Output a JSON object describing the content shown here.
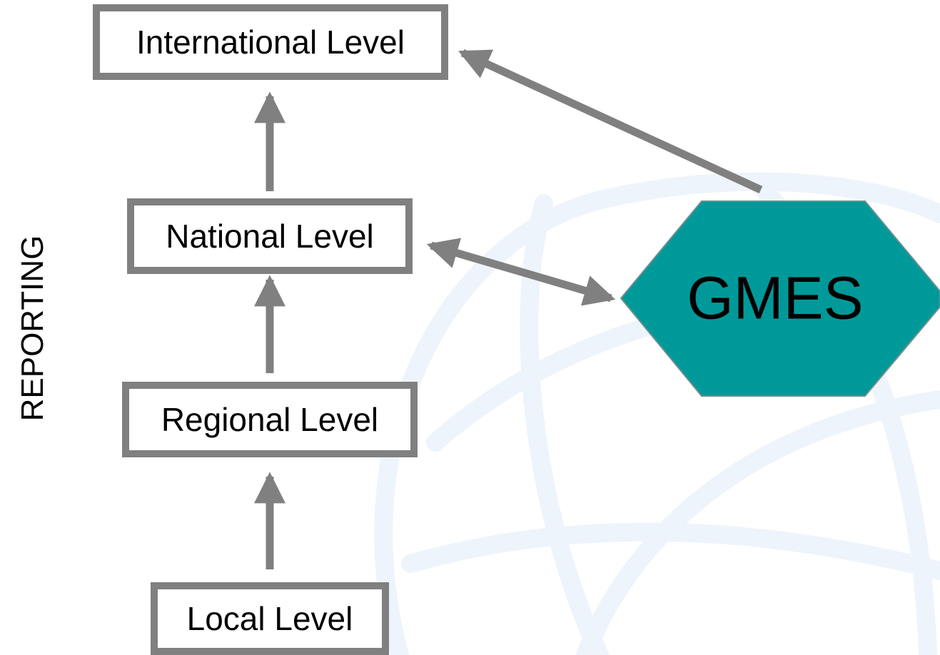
{
  "side_label": "REPORTING",
  "levels": {
    "international": "International Level",
    "national": "National Level",
    "regional": "Regional Level",
    "local": "Local Level"
  },
  "hub": {
    "label": "GMES",
    "color": "#009999"
  },
  "colors": {
    "arrow": "#808080",
    "box_border": "#808080",
    "globe_watermark": "#eef4fb"
  }
}
